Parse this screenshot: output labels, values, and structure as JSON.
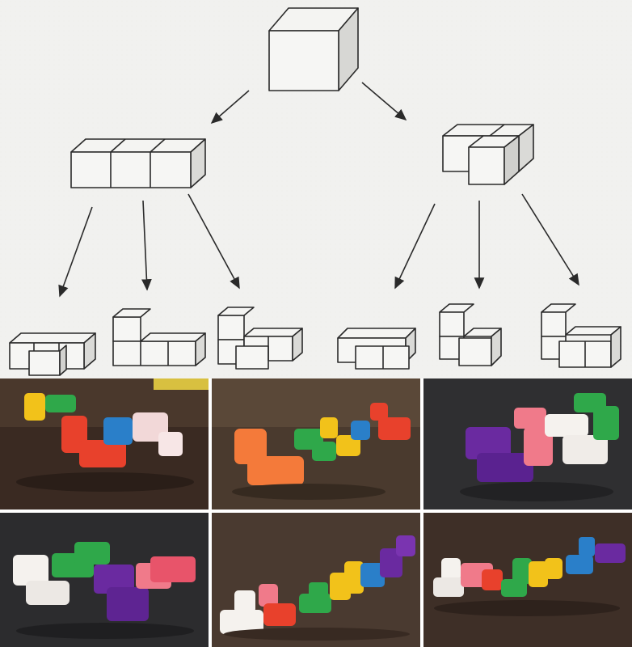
{
  "sketch": {
    "paper_color": "#f1f1ef",
    "ink_color": "#2a2a2a",
    "nodes": [
      {
        "name": "monocube",
        "cubes": 1
      },
      {
        "name": "tricube-straight",
        "cubes": 3
      },
      {
        "name": "tricube-bent",
        "cubes": 3
      },
      {
        "name": "tetracube-1",
        "cubes": 4
      },
      {
        "name": "tetracube-2",
        "cubes": 4
      },
      {
        "name": "tetracube-3",
        "cubes": 4
      },
      {
        "name": "tetracube-4",
        "cubes": 4
      },
      {
        "name": "tetracube-5",
        "cubes": 4
      },
      {
        "name": "tetracube-6",
        "cubes": 4
      }
    ]
  },
  "photos": {
    "count": 6,
    "cube_colors": {
      "yellow": "#f2c21a",
      "green": "#2fa84a",
      "red": "#e8412c",
      "orange": "#f47a3a",
      "blue": "#2a7fc9",
      "pink": "#f07a8a",
      "white": "#f5f2ee",
      "purple": "#6a2aa0"
    },
    "backgrounds": [
      "#3a2a22",
      "#4a3a2e",
      "#2f2f31",
      "#2c2c2e",
      "#4a3a30",
      "#3e2f27"
    ]
  }
}
